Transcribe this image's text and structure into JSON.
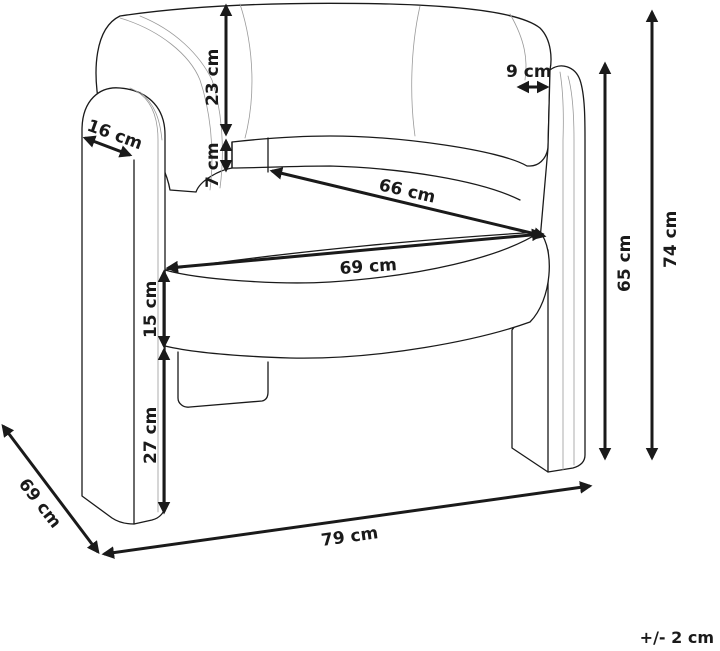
{
  "diagram": {
    "subject": "armchair dimensions",
    "line_color": "#1a1a1a",
    "dimensions": {
      "backrest_height": "23 cm",
      "backrest_lower": "7 cm",
      "backrest_thickness": "9 cm",
      "armrest_width": "16 cm",
      "seat_depth": "66 cm",
      "seat_width": "69 cm",
      "seat_thickness": "15 cm",
      "seat_height_below": "27 cm",
      "armrest_height": "65 cm",
      "total_height": "74 cm",
      "total_depth": "69 cm",
      "total_width": "79 cm"
    },
    "tolerance": "+/- 2 cm"
  }
}
